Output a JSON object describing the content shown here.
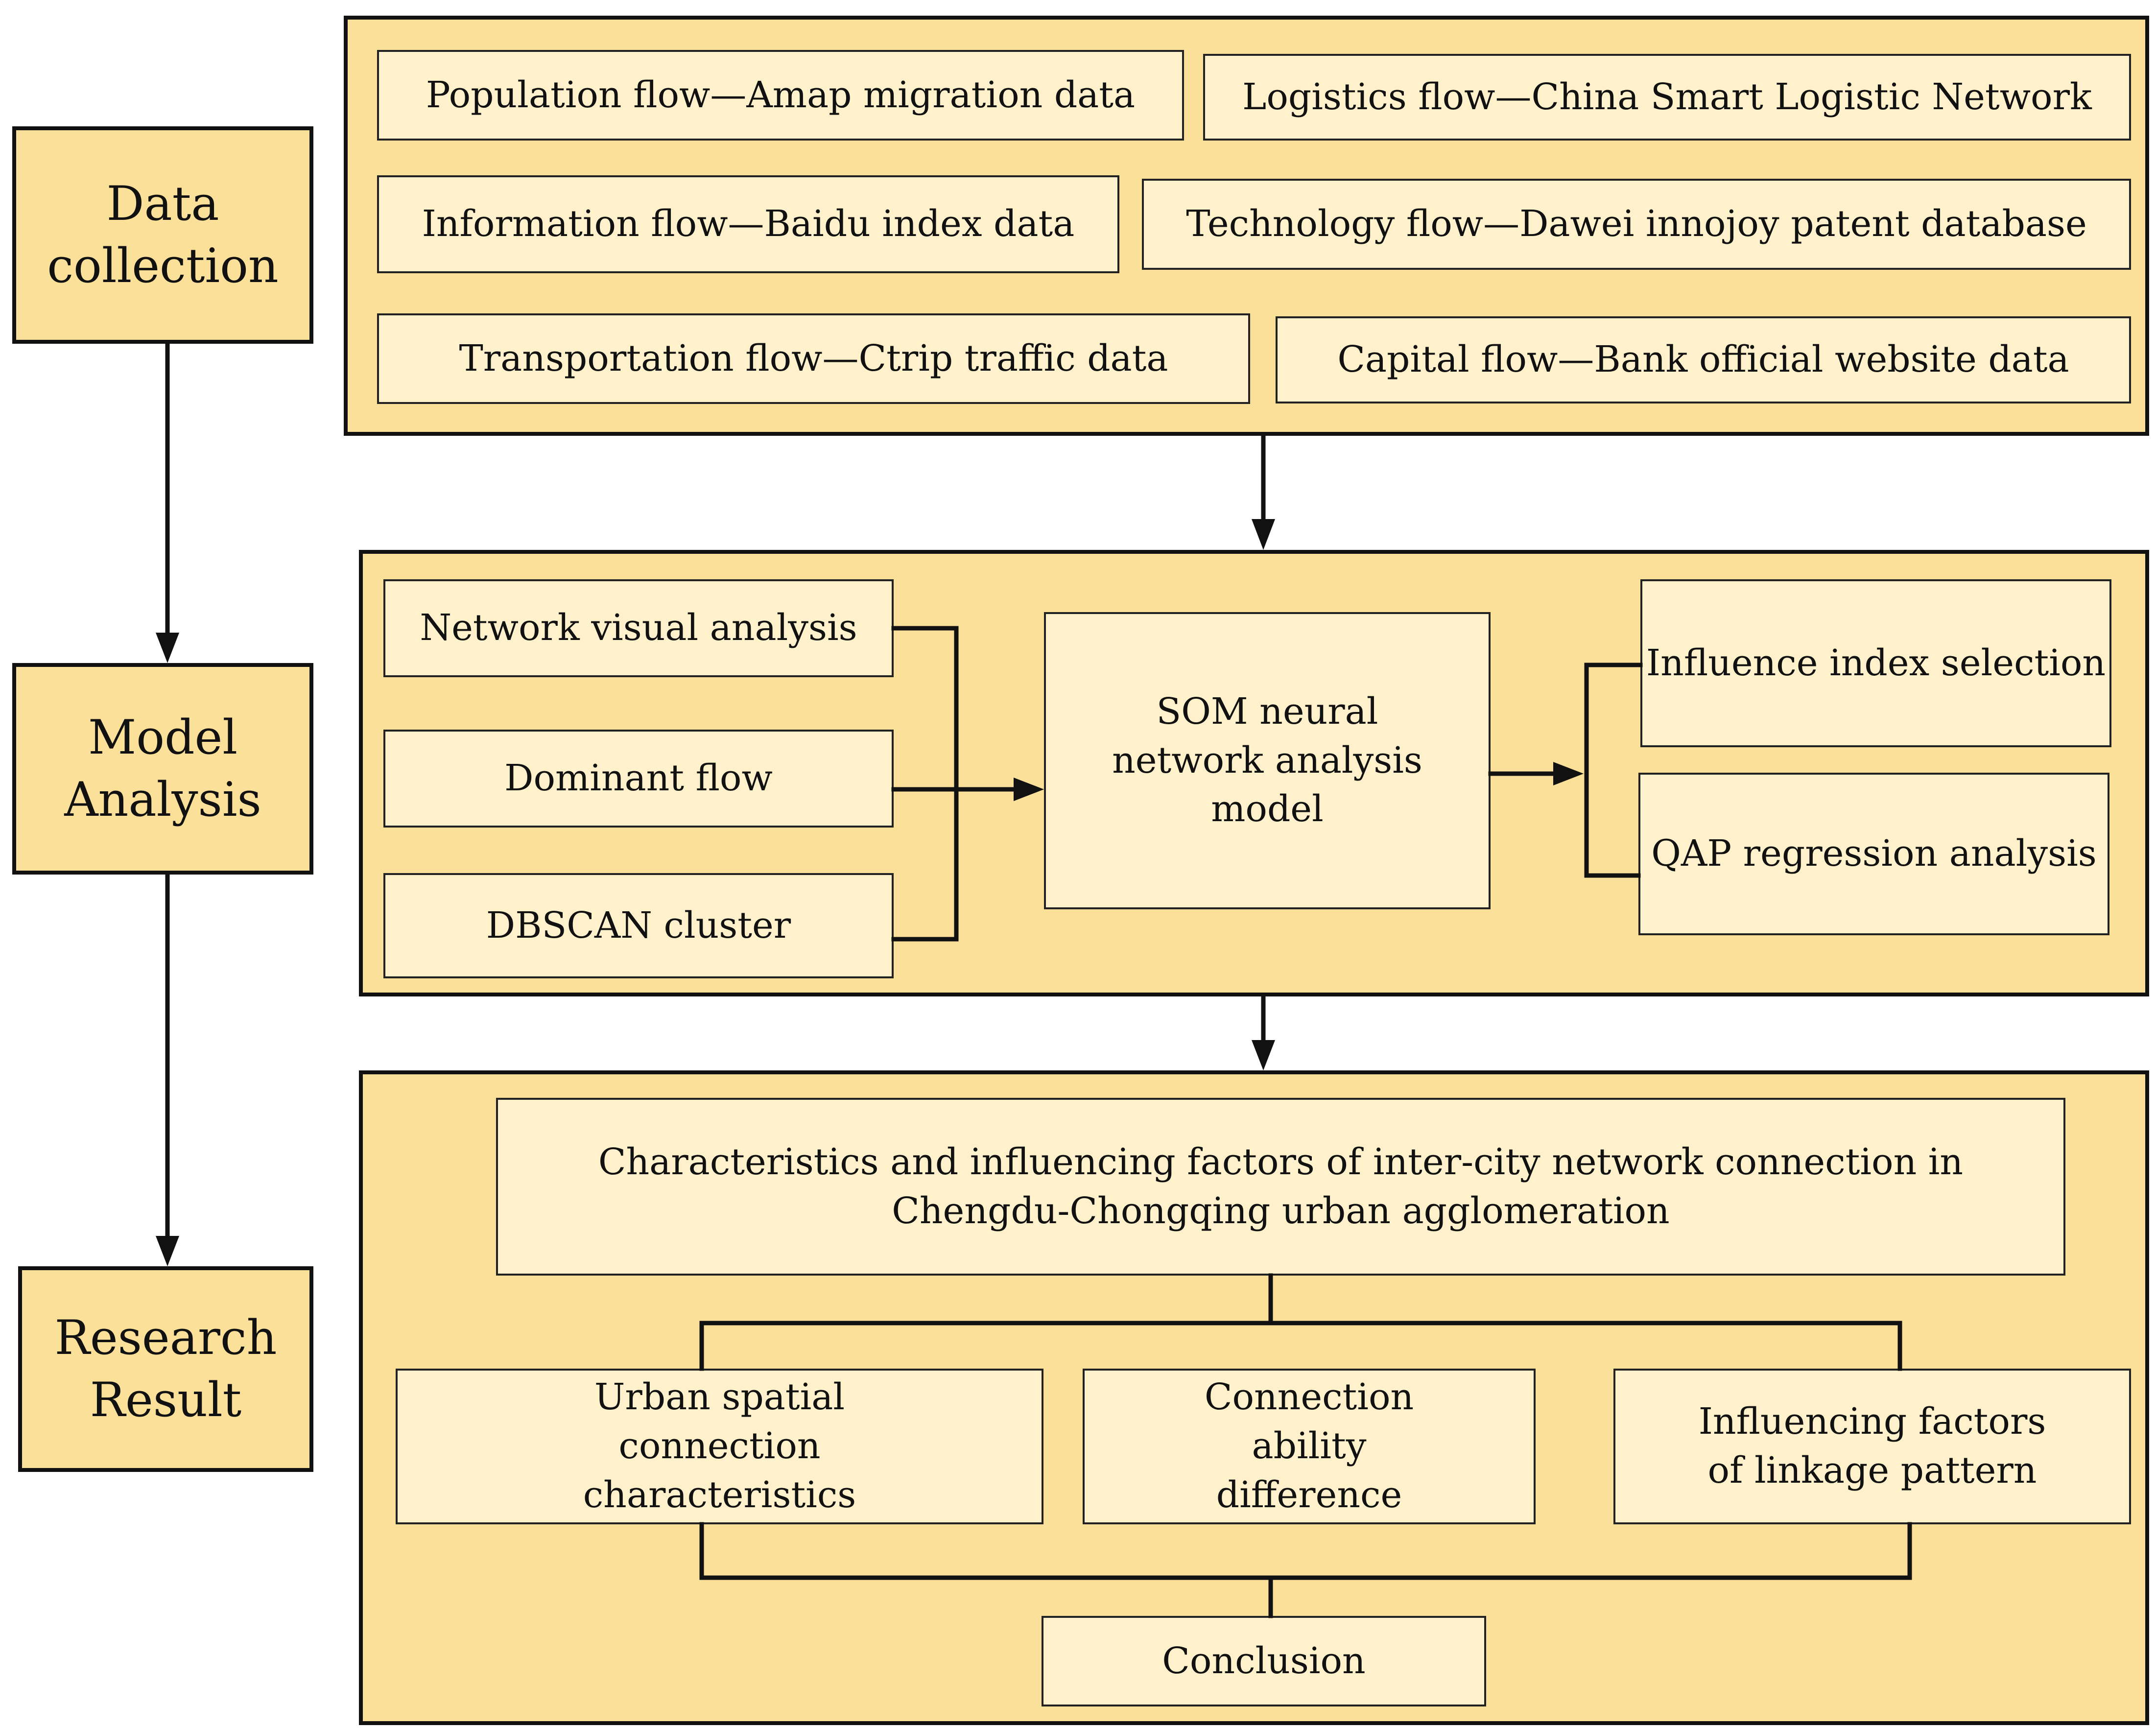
{
  "stages": {
    "data_collection": "Data collection",
    "model_analysis": "Model Analysis",
    "research_result": "Research Result"
  },
  "data_sources": [
    "Population flow—Amap migration data",
    "Logistics flow—China Smart Logistic Network",
    "Information flow—Baidu index data",
    "Technology flow—Dawei innojoy patent database",
    "Transportation flow—Ctrip traffic data",
    "Capital flow—Bank official website data"
  ],
  "analysis": {
    "methods": [
      "Network visual analysis",
      "Dominant flow",
      "DBSCAN cluster"
    ],
    "model": "SOM neural network analysis model",
    "outputs": [
      "Influence index selection",
      "QAP regression analysis"
    ]
  },
  "results": {
    "topic": "Characteristics and influencing factors of inter-city network connection in Chengdu-Chongqing urban agglomeration",
    "findings": [
      "Urban spatial connection characteristics",
      "Connection ability difference",
      "Influencing factors of linkage pattern"
    ],
    "conclusion": "Conclusion"
  },
  "colors": {
    "panel_fill": "#fbe09a",
    "box_fill": "#fff1cc",
    "line": "#111111"
  }
}
